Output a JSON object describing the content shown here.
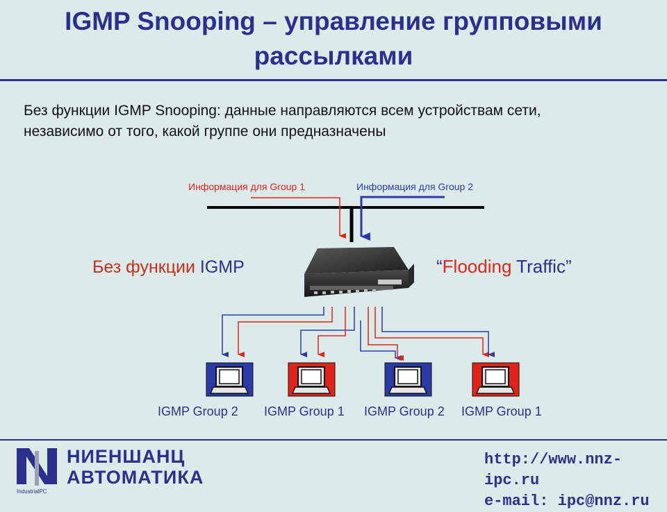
{
  "title": "IGMP Snooping – управление групповыми рассылками",
  "intro_text": "Без функции IGMP Snooping: данные направляются всем устройствам сети, независимо от того, какой группе они предназначены",
  "diagram": {
    "label_group1_info": "Информация для Group 1",
    "label_group2_info": "Информация для Group 2",
    "no_igmp_prefix": "Без функции",
    "no_igmp_suffix": "IGMP",
    "flooding_open_quote": "“",
    "flooding_word": "Flooding",
    "flooding_rest": " Traffic”",
    "hosts": [
      {
        "label": "IGMP Group 2",
        "group": 2
      },
      {
        "label": "IGMP Group 1",
        "group": 1
      },
      {
        "label": "IGMP Group 2",
        "group": 2
      },
      {
        "label": "IGMP Group 1",
        "group": 1
      }
    ],
    "colors": {
      "group1": "#e2231a",
      "group2": "#2b3aa6"
    }
  },
  "footer": {
    "logo_line1": "НИЕНШАНЦ",
    "logo_line2": "АВТОМАТИКА",
    "logo_sub": "IndustrialPC",
    "website": "http://www.nnz-ipc.ru",
    "email": "e-mail: ipc@nnz.ru"
  }
}
